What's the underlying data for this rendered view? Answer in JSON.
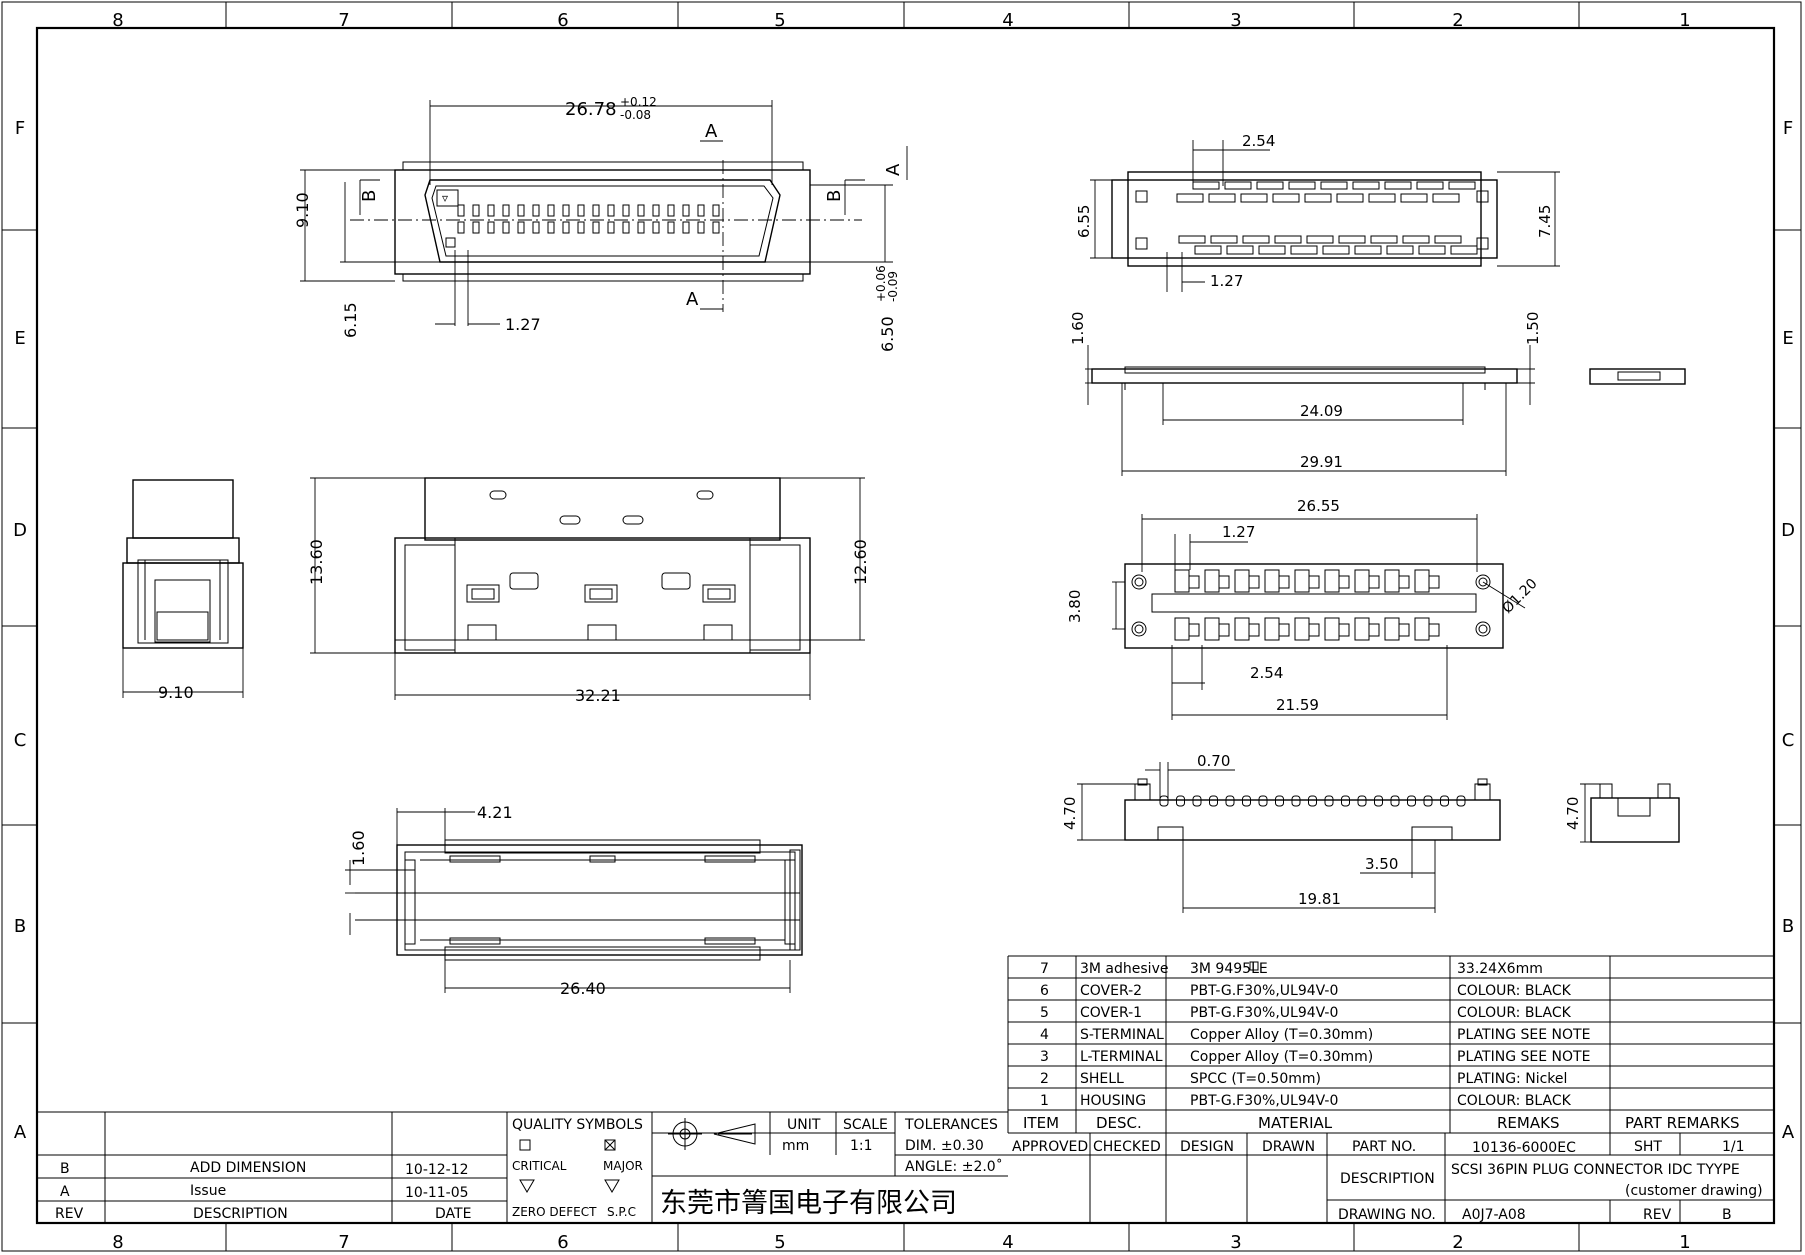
{
  "border": {
    "columns": [
      "8",
      "7",
      "6",
      "5",
      "4",
      "3",
      "2",
      "1"
    ],
    "rows": [
      "F",
      "E",
      "D",
      "C",
      "B",
      "A"
    ]
  },
  "dimensions": {
    "front_width": "26.78",
    "front_width_tol_upper": "+0.12",
    "front_width_tol_lower": "-0.08",
    "front_height": "9.10",
    "front_depth": "6.15",
    "front_pitch": "1.27",
    "front_right_height": "6.50",
    "front_right_tol_upper": "+0.06",
    "front_right_tol_lower": "-0.09",
    "section_a": "A",
    "section_b": "B",
    "side_width": "9.10",
    "main_height_left": "13.60",
    "main_height_right": "12.60",
    "main_width": "32.21",
    "bottom_offset": "4.21",
    "bottom_small": "1.60",
    "bottom_width": "26.40",
    "top_pitch": "2.54",
    "top_height_left": "6.55",
    "top_height_right": "7.45",
    "top_pitch_small": "1.27",
    "side_left": "1.60",
    "side_right": "1.50",
    "side_inner": "24.09",
    "side_total": "29.91",
    "pcb_width": "26.55",
    "pcb_pitch": "1.27",
    "pcb_height": "3.80",
    "pcb_hole": "Ø1.20",
    "pcb_pitch_large": "2.54",
    "pcb_span": "21.59",
    "lower_pin": "0.70",
    "lower_height": "4.70",
    "lower_small": "3.50",
    "lower_span": "19.81",
    "lower_right_height": "4.70"
  },
  "bom": {
    "rows": [
      {
        "item": "7",
        "desc": "3M adhesive",
        "material": "3M 9495LE",
        "remarks": "33.24X6mm"
      },
      {
        "item": "6",
        "desc": "COVER-2",
        "material": "PBT-G.F30%,UL94V-0",
        "remarks": "COLOUR: BLACK"
      },
      {
        "item": "5",
        "desc": "COVER-1",
        "material": "PBT-G.F30%,UL94V-0",
        "remarks": "COLOUR: BLACK"
      },
      {
        "item": "4",
        "desc": "S-TERMINAL",
        "material": "Copper Alloy (T=0.30mm)",
        "remarks": "PLATING SEE NOTE"
      },
      {
        "item": "3",
        "desc": "L-TERMINAL",
        "material": "Copper Alloy (T=0.30mm)",
        "remarks": "PLATING SEE NOTE"
      },
      {
        "item": "2",
        "desc": "SHELL",
        "material": "SPCC (T=0.50mm)",
        "remarks": "PLATING: Nickel"
      },
      {
        "item": "1",
        "desc": "HOUSING",
        "material": "PBT-G.F30%,UL94V-0",
        "remarks": "COLOUR: BLACK"
      }
    ],
    "headers": {
      "item": "ITEM",
      "desc": "DESC.",
      "material": "MATERIAL",
      "remarks": "REMAKS",
      "part_remarks": "PART REMARKS"
    }
  },
  "title_block": {
    "revisions": [
      {
        "rev": "B",
        "description": "ADD DIMENSION",
        "date": "10-12-12"
      },
      {
        "rev": "A",
        "description": "Issue",
        "date": "10-11-05"
      }
    ],
    "rev_header": "REV",
    "description_header": "DESCRIPTION",
    "date_header": "DATE",
    "quality_symbols": "QUALITY SYMBOLS",
    "critical": "CRITICAL",
    "major": "MAJOR",
    "zero_defect": "ZERO DEFECT",
    "spc": "S.P.C",
    "unit_label": "UNIT",
    "unit_value": "mm",
    "scale_label": "SCALE",
    "scale_value": "1:1",
    "tolerances_label": "TOLERANCES",
    "tol_dim": "DIM. ±0.30",
    "tol_angle": "ANGLE: ±2.0˚",
    "company": "东莞市箐国电子有限公司",
    "approved": "APPROVED",
    "checked": "CHECKED",
    "design": "DESIGN",
    "drawn": "DRAWN",
    "part_no_label": "PART NO.",
    "part_no": "10136-6000EC",
    "sht_label": "SHT",
    "sht_value": "1/1",
    "description_label": "DESCRIPTION",
    "description_line1": "SCSI 36PIN PLUG CONNECTOR IDC TYYPE",
    "description_line2": "(customer drawing)",
    "drawing_no_label": "DRAWING NO.",
    "drawing_no": "A0J7-A08",
    "rev_label": "REV",
    "rev_value": "B"
  }
}
